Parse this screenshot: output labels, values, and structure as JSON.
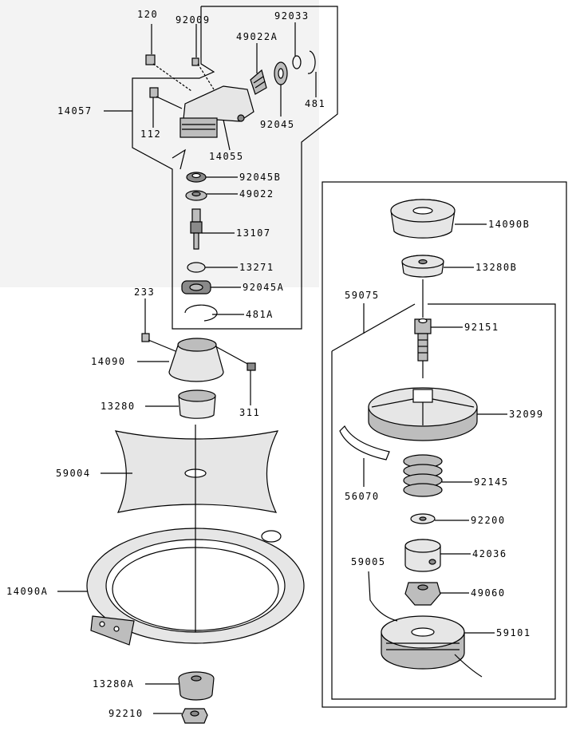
{
  "colors": {
    "stroke": "#000000",
    "fill_light": "#e6e6e6",
    "fill_mid": "#bdbdbd",
    "fill_dark": "#8a8a8a",
    "bg_tint": "#f3f3f3"
  },
  "labels": {
    "p120": "120",
    "p92009": "92009",
    "p92033": "92033",
    "p49022a": "49022A",
    "p14057": "14057",
    "p112": "112",
    "p481": "481",
    "p92045": "92045",
    "p14055": "14055",
    "p92045b": "92045B",
    "p49022": "49022",
    "p13107": "13107",
    "p13271": "13271",
    "p92045a": "92045A",
    "p481a": "481A",
    "p233": "233",
    "p14090": "14090",
    "p311": "311",
    "p13280": "13280",
    "p59004": "59004",
    "p14090a": "14090A",
    "p13280a": "13280A",
    "p92210": "92210",
    "p14090b": "14090B",
    "p13280b": "13280B",
    "p59075": "59075",
    "p92151": "92151",
    "p32099": "32099",
    "p56070": "56070",
    "p92145": "92145",
    "p92200": "92200",
    "p59005": "59005",
    "p42036": "42036",
    "p49060": "49060",
    "p59101": "59101"
  }
}
